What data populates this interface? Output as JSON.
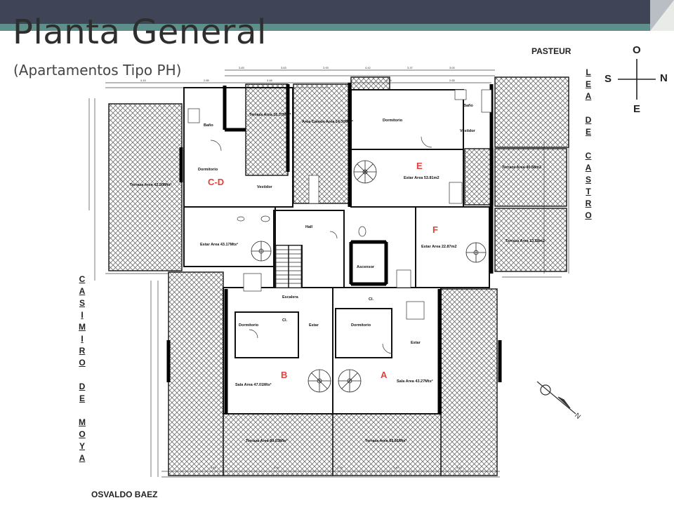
{
  "slide": {
    "title": "Planta General",
    "subtitle": "(Apartamentos Tipo PH)"
  },
  "streets": {
    "top": "PASTEUR",
    "right": "LEA DE CASTRO",
    "left": "CASIMIRO DE MOYA",
    "bottom": "OSVALDO BAEZ"
  },
  "compass": {
    "north": "N",
    "south": "S",
    "east": "E",
    "west": "O"
  },
  "units": [
    "C-D",
    "E",
    "F",
    "B",
    "A"
  ],
  "rooms": {
    "terrace_left": "Terraza Area 42.20Mts²",
    "terrace_top": "Terraza Area 16.37Mts²",
    "common": "Area Comun Area 24.30Mts²",
    "dorm_cd": "Dormitorio",
    "dorm_e": "Dormitorio",
    "estar_e": "Estar Area 53.81m2",
    "terrace_right_top": "Terraza Area 40.58m2",
    "terrace_right_bot": "Terraza Area 13.58m2",
    "estar_cd": "Estar Area 43.17Mts²",
    "hall": "Hall",
    "escalera": "Escalera",
    "ascensor": "Ascensor",
    "estar_f": "Estar Area 22.87m2",
    "dorm_b": "Dormitorio",
    "estar_b": "Estar",
    "dorm_a": "Dormitorio",
    "estar_a": "Estar",
    "sala_b": "Sala Area 47.01Mts²",
    "sala_a": "Sala Area 43.27Mts²",
    "terrace_bottom_left": "Terraza Area 89.03Mts²",
    "terrace_bottom_right": "Terraza Area 83.81Mts²",
    "bano": "Baño",
    "vestidor": "Vestidor",
    "cl": "Cl."
  }
}
